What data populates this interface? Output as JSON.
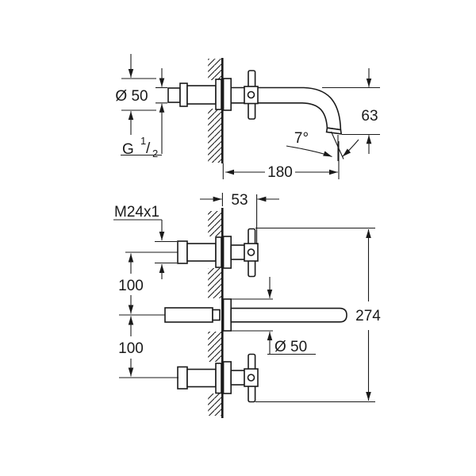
{
  "colors": {
    "line": "#1a1a1a",
    "background": "#ffffff"
  },
  "top_view": {
    "diameter_label": "Ø 50",
    "thread_g": "G",
    "thread_numerator": "1",
    "thread_slash": "/",
    "thread_denominator": "2",
    "height_label": "63",
    "angle_label": "7°",
    "reach_label": "180"
  },
  "bottom_view": {
    "thread_label": "M24x1",
    "wall_offset_label": "53",
    "upper_spacing_label": "100",
    "lower_spacing_label": "100",
    "escutcheon_label": "Ø 50",
    "overall_height_label": "274"
  }
}
